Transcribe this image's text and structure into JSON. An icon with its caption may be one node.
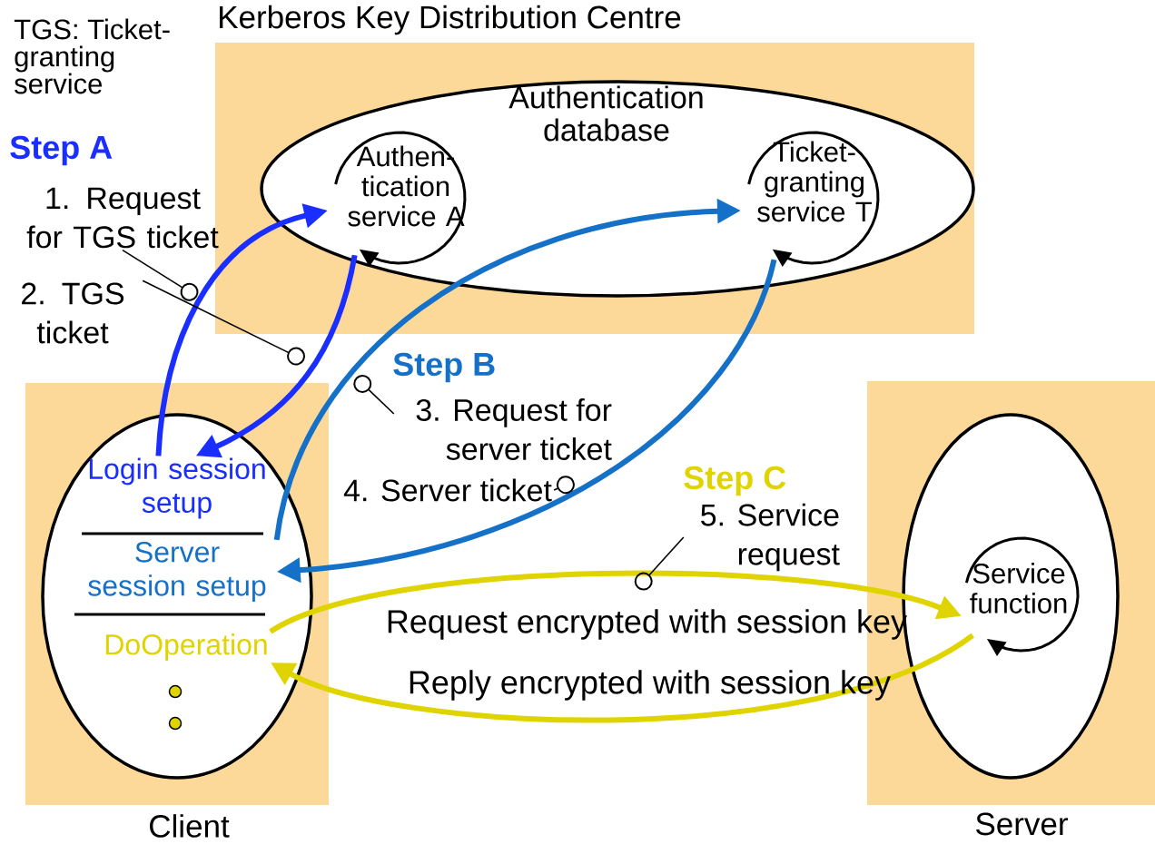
{
  "diagram": {
    "nodes": [
      {
        "text": [
          "Kerberos Key Distribution Centre"
        ]
      },
      {
        "text": [
          "Authentication database"
        ],
        "in": 0
      },
      {
        "text": [
          "Authen- tication service A"
        ],
        "in": 1
      },
      {
        "text": [
          "Ticket- granting service T"
        ],
        "in": 1
      },
      {
        "text": [
          "Client"
        ]
      },
      {
        "text": [],
        "shape": "ellipse",
        "in": 4
      },
      {
        "text": [
          "Login session setup"
        ],
        "in": 5
      },
      {
        "text": [
          "Server session setup"
        ],
        "in": 5
      },
      {
        "text": [
          "DoOperation"
        ],
        "in": 5
      },
      {
        "text": [
          "Server"
        ]
      },
      {
        "text": [],
        "shape": "ellipse",
        "in": 9
      },
      {
        "text": [
          "Service function"
        ],
        "in": 10
      },
      {
        "text": [
          "1. Request for TGS ticket"
        ]
      },
      {
        "text": [
          "2. TGS ticket"
        ]
      },
      {
        "text": [
          "3. Request for server ticket"
        ]
      },
      {
        "text": [
          "4. Server ticket"
        ]
      },
      {
        "text": [
          "5. Service request"
        ]
      }
    ],
    "edges": [
      {
        "from": 6,
        "to": 2,
        "arrow": "to",
        "color": "#1a2eff"
      },
      {
        "from": 2,
        "to": 6,
        "arrow": "to",
        "color": "#1a2eff"
      },
      {
        "from": 7,
        "to": 3,
        "arrow": "to",
        "color": "#1570c8"
      },
      {
        "from": 3,
        "to": 7,
        "arrow": "to",
        "color": "#1570c8"
      },
      {
        "from": 8,
        "to": 11,
        "arrow": "to",
        "color": "#e0d400",
        "label": "Request encrypted with session key"
      },
      {
        "from": 11,
        "to": 8,
        "arrow": "to",
        "color": "#e0d400",
        "label": "Reply encrypted with session key"
      },
      {
        "from": 12,
        "to": null,
        "arrow": "other"
      },
      {
        "from": 13,
        "to": null,
        "arrow": "other"
      },
      {
        "from": 14,
        "to": null,
        "arrow": "other"
      },
      {
        "from": 15,
        "to": null,
        "arrow": "other"
      },
      {
        "from": 16,
        "to": null,
        "arrow": "other"
      }
    ],
    "labels": [
      "TGS: Ticket- granting service",
      "Step A",
      "Step B",
      "Step C"
    ]
  }
}
